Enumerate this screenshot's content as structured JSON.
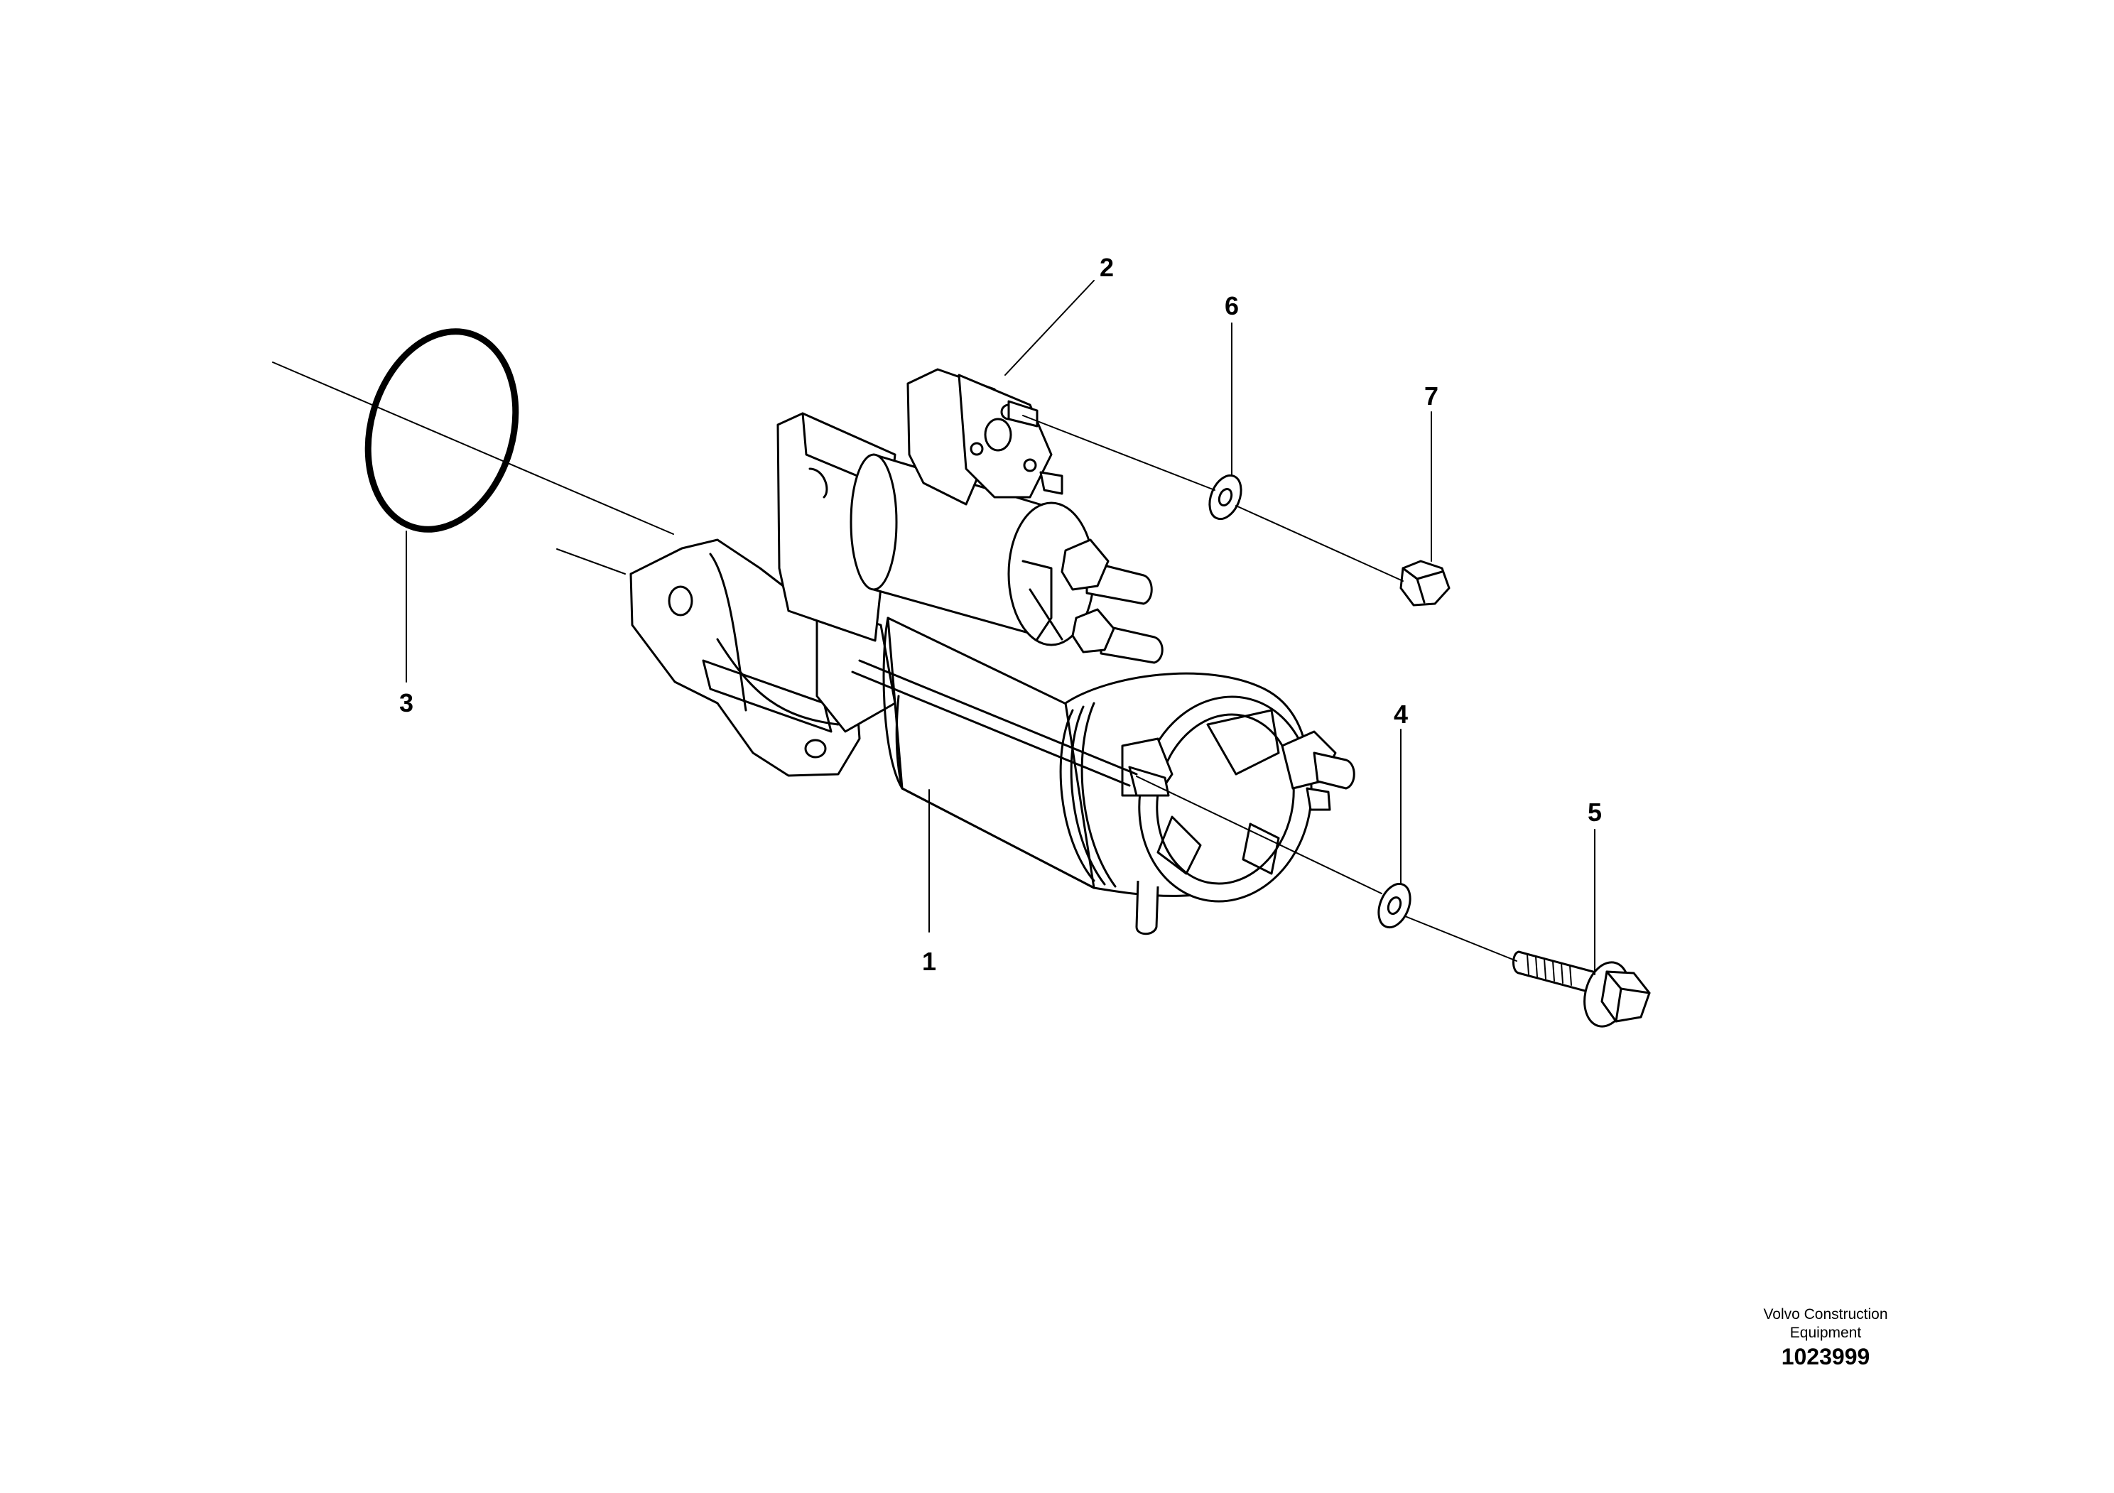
{
  "callouts": [
    {
      "id": "1",
      "label": "1"
    },
    {
      "id": "2",
      "label": "2"
    },
    {
      "id": "3",
      "label": "3"
    },
    {
      "id": "4",
      "label": "4"
    },
    {
      "id": "5",
      "label": "5"
    },
    {
      "id": "6",
      "label": "6"
    },
    {
      "id": "7",
      "label": "7"
    }
  ],
  "footer": {
    "company_line1": "Volvo Construction",
    "company_line2": "Equipment",
    "illustration_number": "1023999"
  },
  "colors": {
    "line": "#000000",
    "background": "#ffffff"
  },
  "icons": [
    "starter-motor",
    "solenoid",
    "o-ring",
    "washer",
    "flange-screw",
    "hex-nut"
  ]
}
